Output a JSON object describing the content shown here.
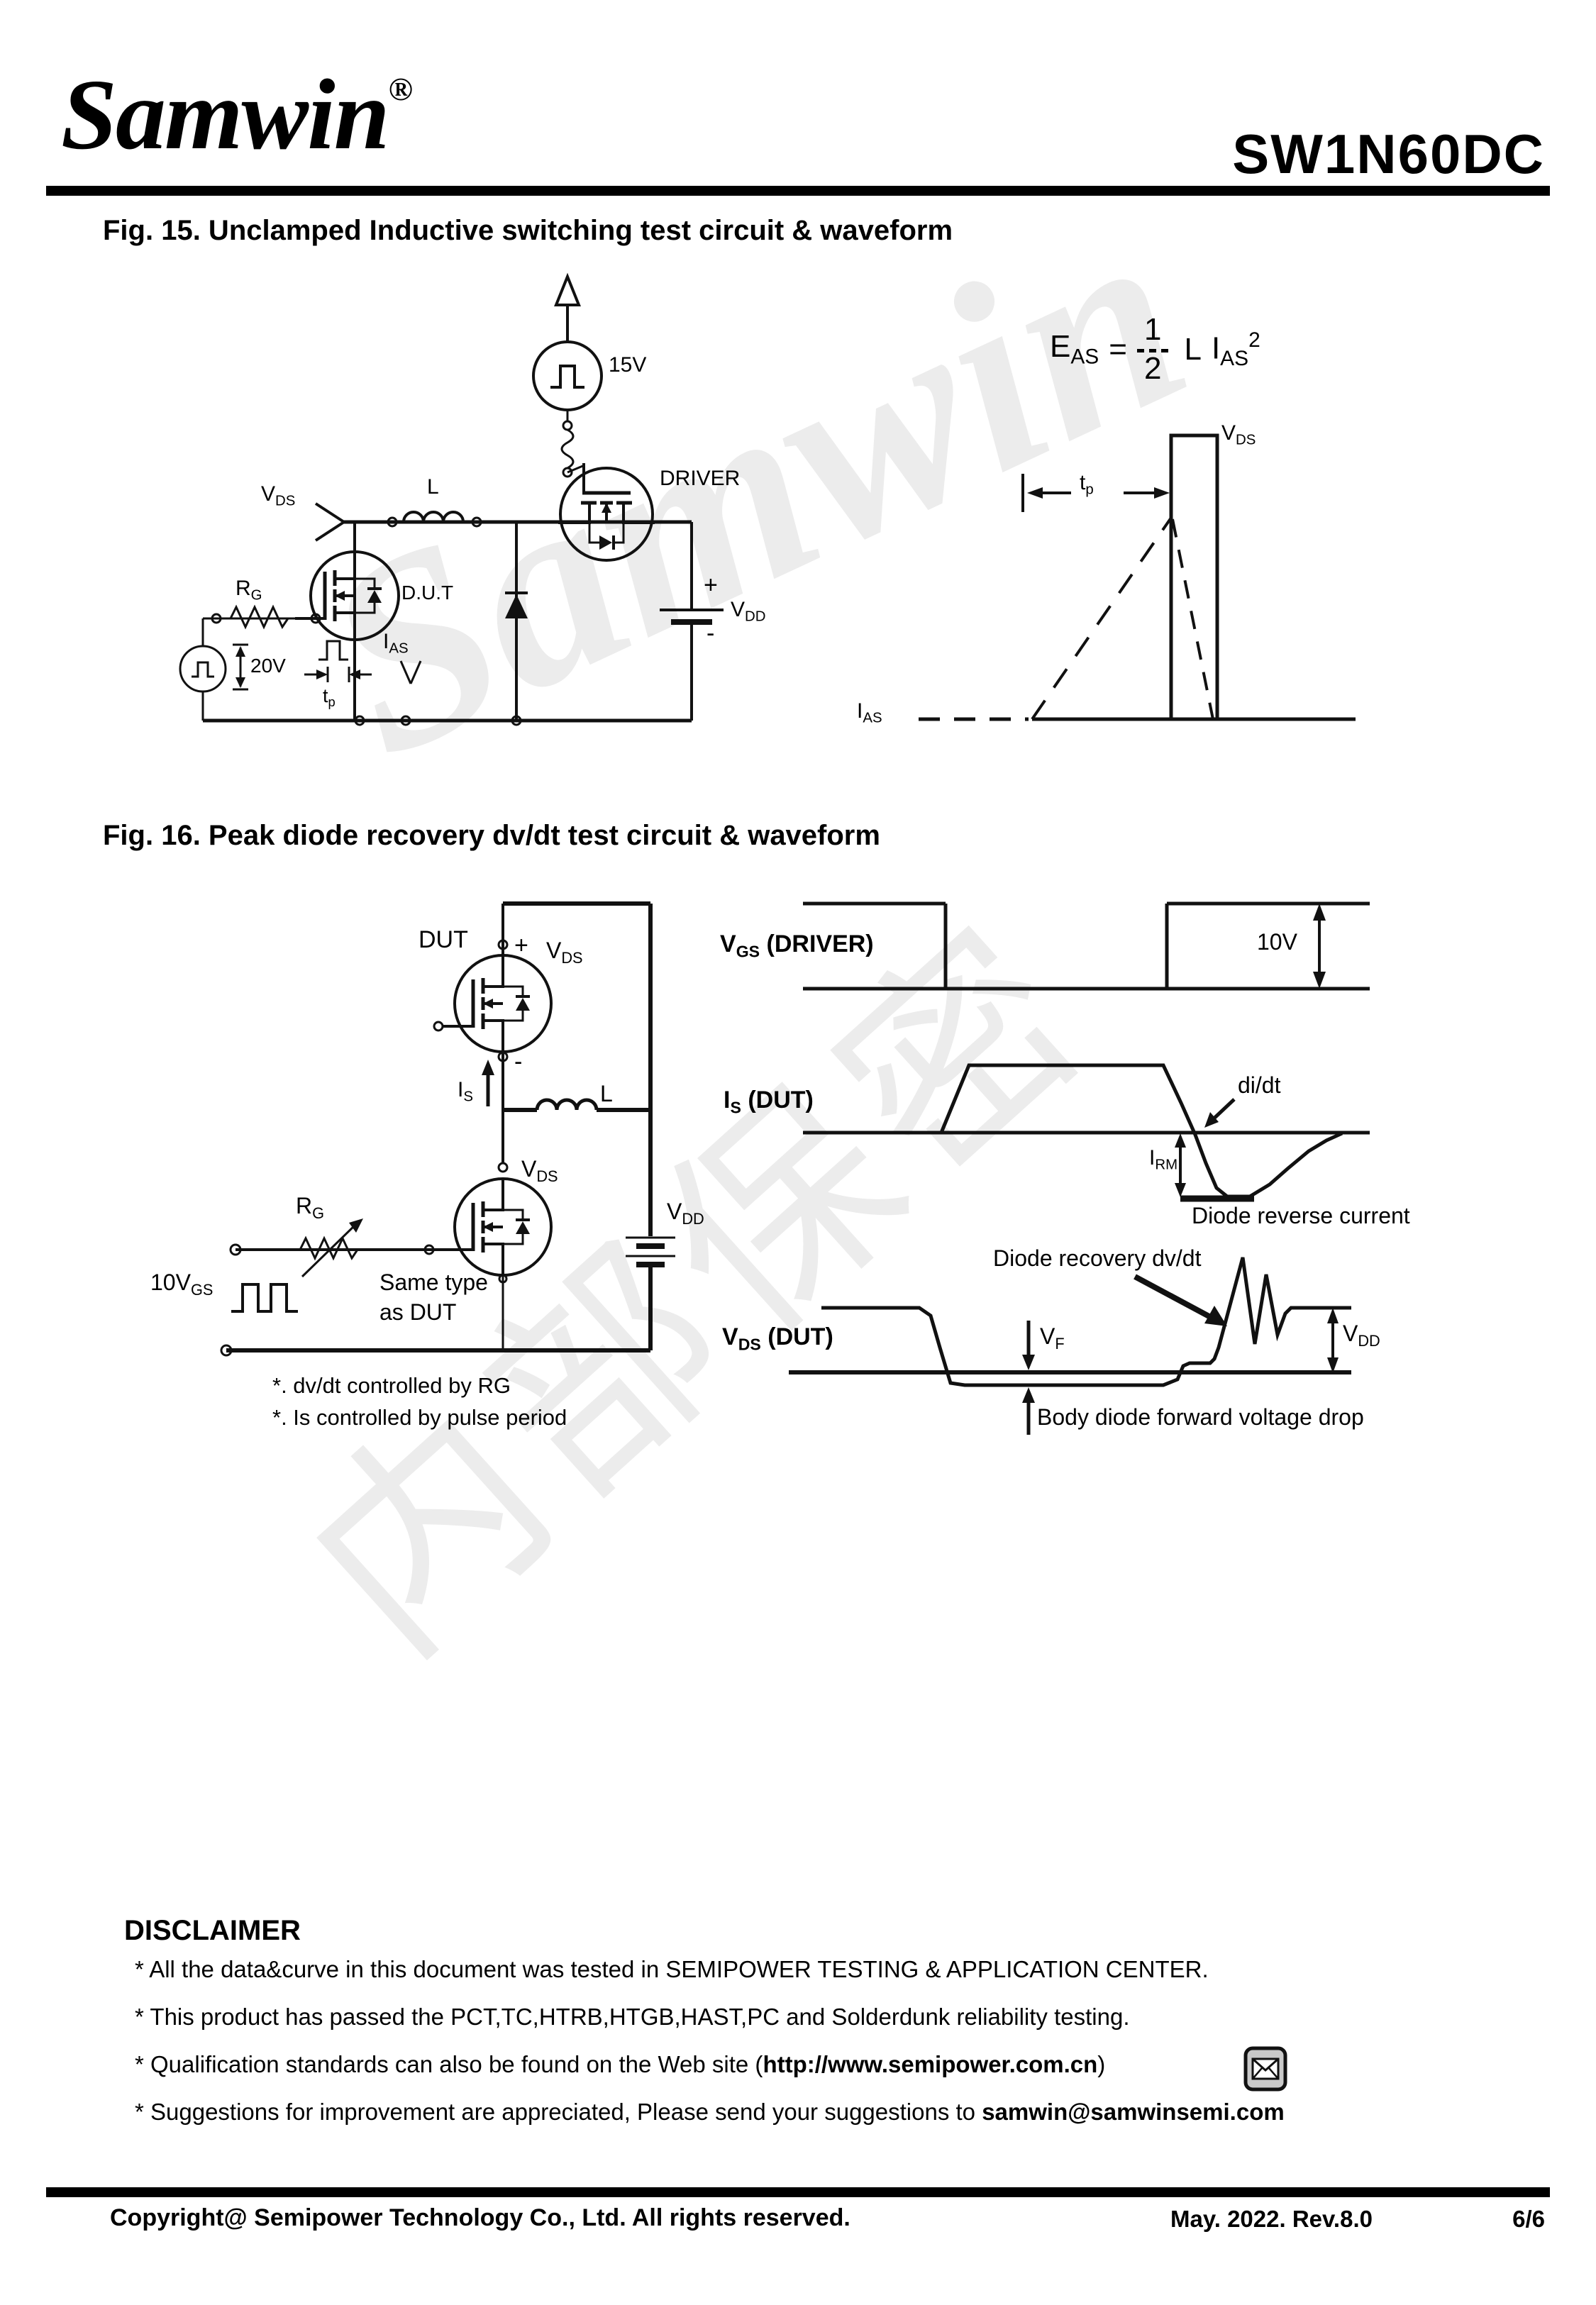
{
  "header": {
    "logo": "Samwin",
    "registered": "®",
    "part_number": "SW1N60DC"
  },
  "watermark": {
    "line1": "Samwin",
    "line2": "内部保密"
  },
  "fig15": {
    "title": "Fig. 15. Unclamped Inductive switching test circuit & waveform",
    "circuit": {
      "supply": "15V",
      "driver": "DRIVER",
      "inductor": "L",
      "vds_v": "V",
      "vds_s": "DS",
      "rg_r": "R",
      "rg_g": "G",
      "dut": "D.U.T",
      "gate_v": "20V",
      "tp_t": "t",
      "tp_p": "p",
      "ias_i": "I",
      "ias_s": "AS",
      "plus": "+",
      "minus": "-",
      "vdd_v": "V",
      "vdd_s": "DD"
    },
    "waveform": {
      "eq_e": "E",
      "eq_e_sub": "AS",
      "eq_equals": "=",
      "eq_num": "1",
      "eq_den": "2",
      "eq_l": "L",
      "eq_i": "I",
      "eq_i_sub": "AS",
      "eq_sup": "2",
      "tp_t": "t",
      "tp_p": "p",
      "vds_v": "V",
      "vds_s": "DS",
      "ias_i": "I",
      "ias_s": "AS"
    }
  },
  "fig16": {
    "title": "Fig. 16. Peak diode recovery dv/dt test circuit & waveform",
    "circuit": {
      "dut": "DUT",
      "plus": "+",
      "minus": "-",
      "vds_top_v": "V",
      "vds_top_s": "DS",
      "is_i": "I",
      "is_s": "S",
      "inductor": "L",
      "vds_mid_v": "V",
      "vds_mid_s": "DS",
      "rg_r": "R",
      "rg_g": "G",
      "vgs_10": "10V",
      "vgs_sub": "GS",
      "same_type_1": "Same type",
      "same_type_2": "as DUT",
      "vdd_v": "V",
      "vdd_s": "DD"
    },
    "notes": {
      "line1": "*. dv/dt controlled by RG",
      "line2": "*. Is controlled by pulse period"
    },
    "waveforms": {
      "vgs_v": "V",
      "vgs_gs": "GS",
      "vgs_rest": " (DRIVER)",
      "ten_v": "10V",
      "is_i": "I",
      "is_s": "S",
      "is_rest": " (DUT)",
      "didt": "di/dt",
      "irm_i": "I",
      "irm_rm": "RM",
      "reverse": "Diode reverse current",
      "recovery": "Diode recovery dv/dt",
      "vdsw_v": "V",
      "vdsw_ds": "DS",
      "vdsw_rest": " (DUT)",
      "vf_v": "V",
      "vf_f": "F",
      "vddw_v": "V",
      "vddw_dd": "DD",
      "body": "Body diode forward voltage drop"
    }
  },
  "disclaimer": {
    "heading": "DISCLAIMER",
    "line1": "* All the data&curve in this document was tested in SEMIPOWER TESTING & APPLICATION CENTER.",
    "line2": "* This product has passed the PCT,TC,HTRB,HTGB,HAST,PC and Solderdunk reliability testing.",
    "line3_prefix": "* Qualification standards can also be found on the Web site (",
    "line3_link": "http://www.semipower.com.cn",
    "line3_suffix": ")",
    "line4_prefix": "* Suggestions for improvement are appreciated, Please send your suggestions to ",
    "line4_email": "samwin@samwinsemi.com",
    "mail_icon": "envelope-icon"
  },
  "footer": {
    "copyright": "Copyright@ Semipower Technology Co., Ltd. All rights reserved.",
    "revision": "May. 2022. Rev.8.0",
    "page": "6/6"
  }
}
